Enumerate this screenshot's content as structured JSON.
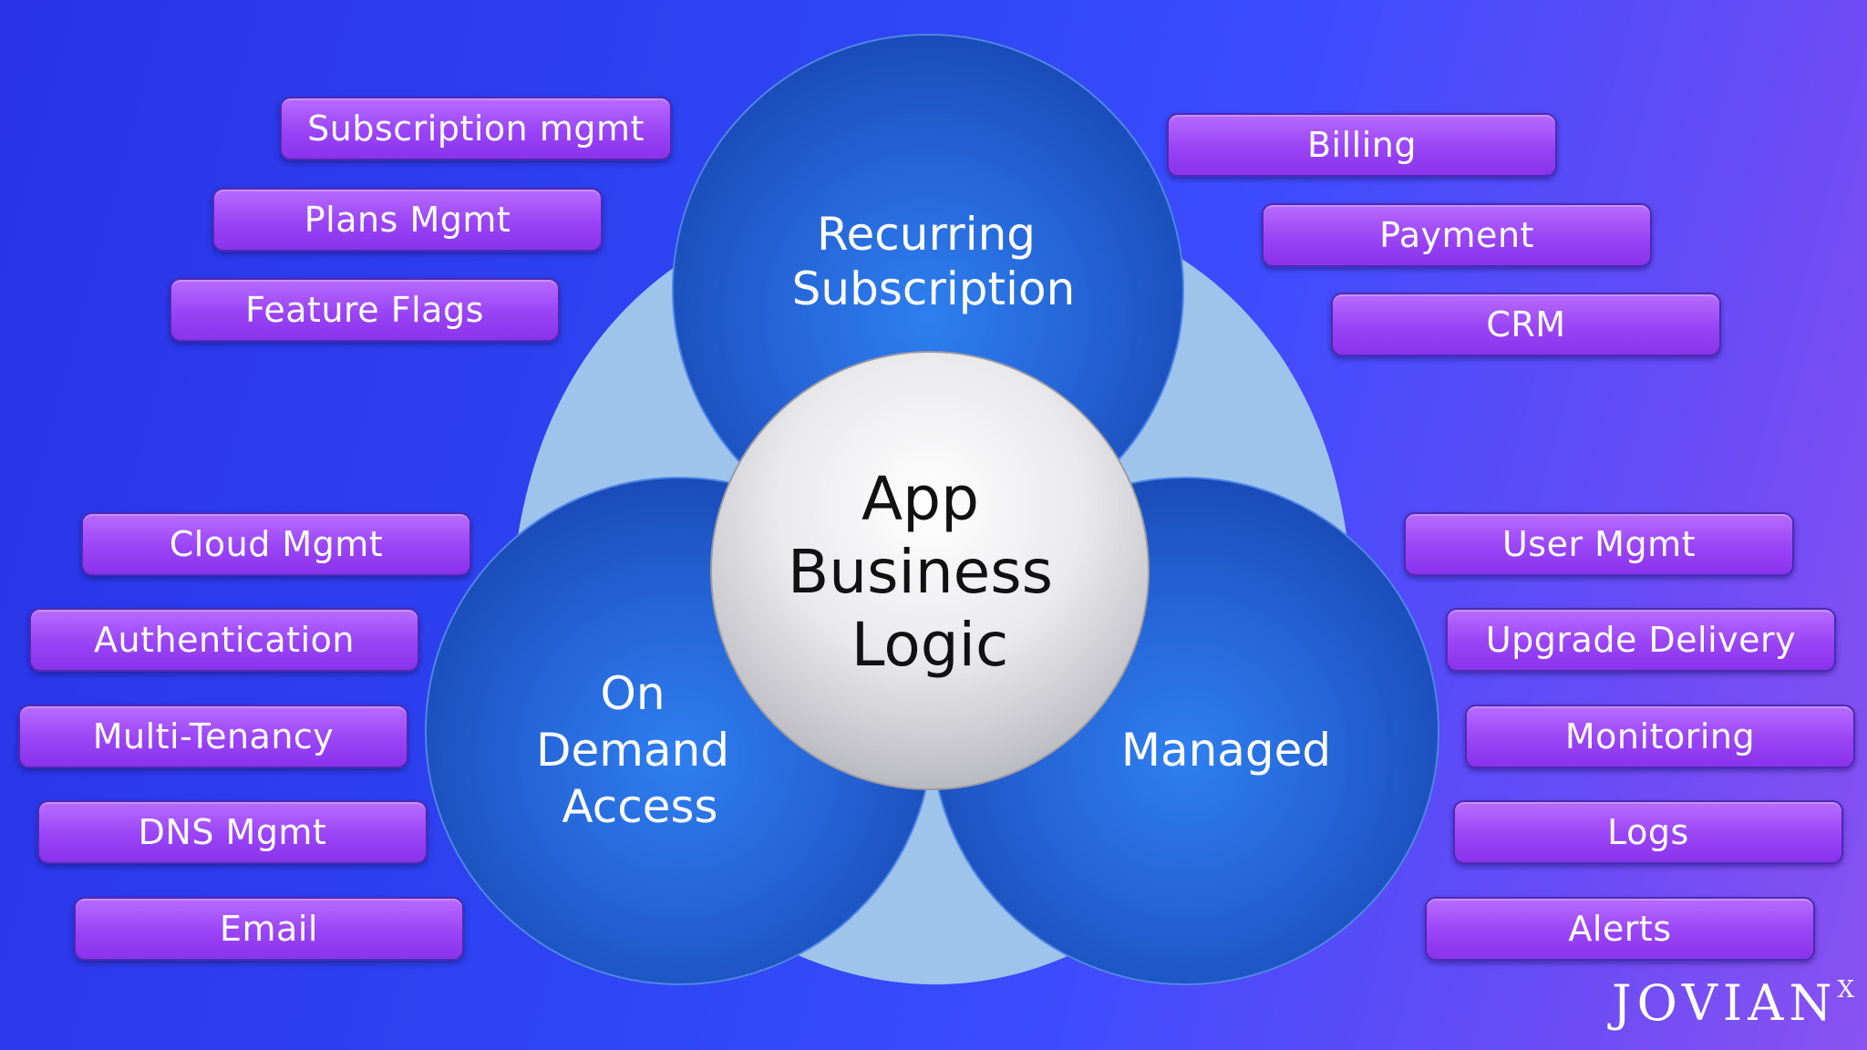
{
  "center": {
    "lines": [
      "App",
      "Business",
      "Logic"
    ]
  },
  "circles": {
    "top": {
      "lines": [
        "Recurring",
        "Subscription"
      ]
    },
    "left": {
      "lines": [
        "On",
        "Demand",
        "Access"
      ]
    },
    "right": {
      "lines": [
        "Managed"
      ]
    }
  },
  "top_left": [
    "Subscription mgmt",
    "Plans Mgmt",
    "Feature Flags"
  ],
  "top_right": [
    "Billing",
    "Payment",
    "CRM"
  ],
  "bottom_left": [
    "Cloud Mgmt",
    "Authentication",
    "Multi-Tenancy",
    "DNS Mgmt",
    "Email"
  ],
  "bottom_right": [
    "User Mgmt",
    "Upgrade Delivery",
    "Monitoring",
    "Logs",
    "Alerts"
  ],
  "brand": {
    "name": "JOVIAN",
    "mark": "X"
  },
  "colors": {
    "pill": "#9a44f6",
    "circle": "#1f5fd0",
    "underlay": "#9ec4ec",
    "center": "#e6e6e6"
  }
}
